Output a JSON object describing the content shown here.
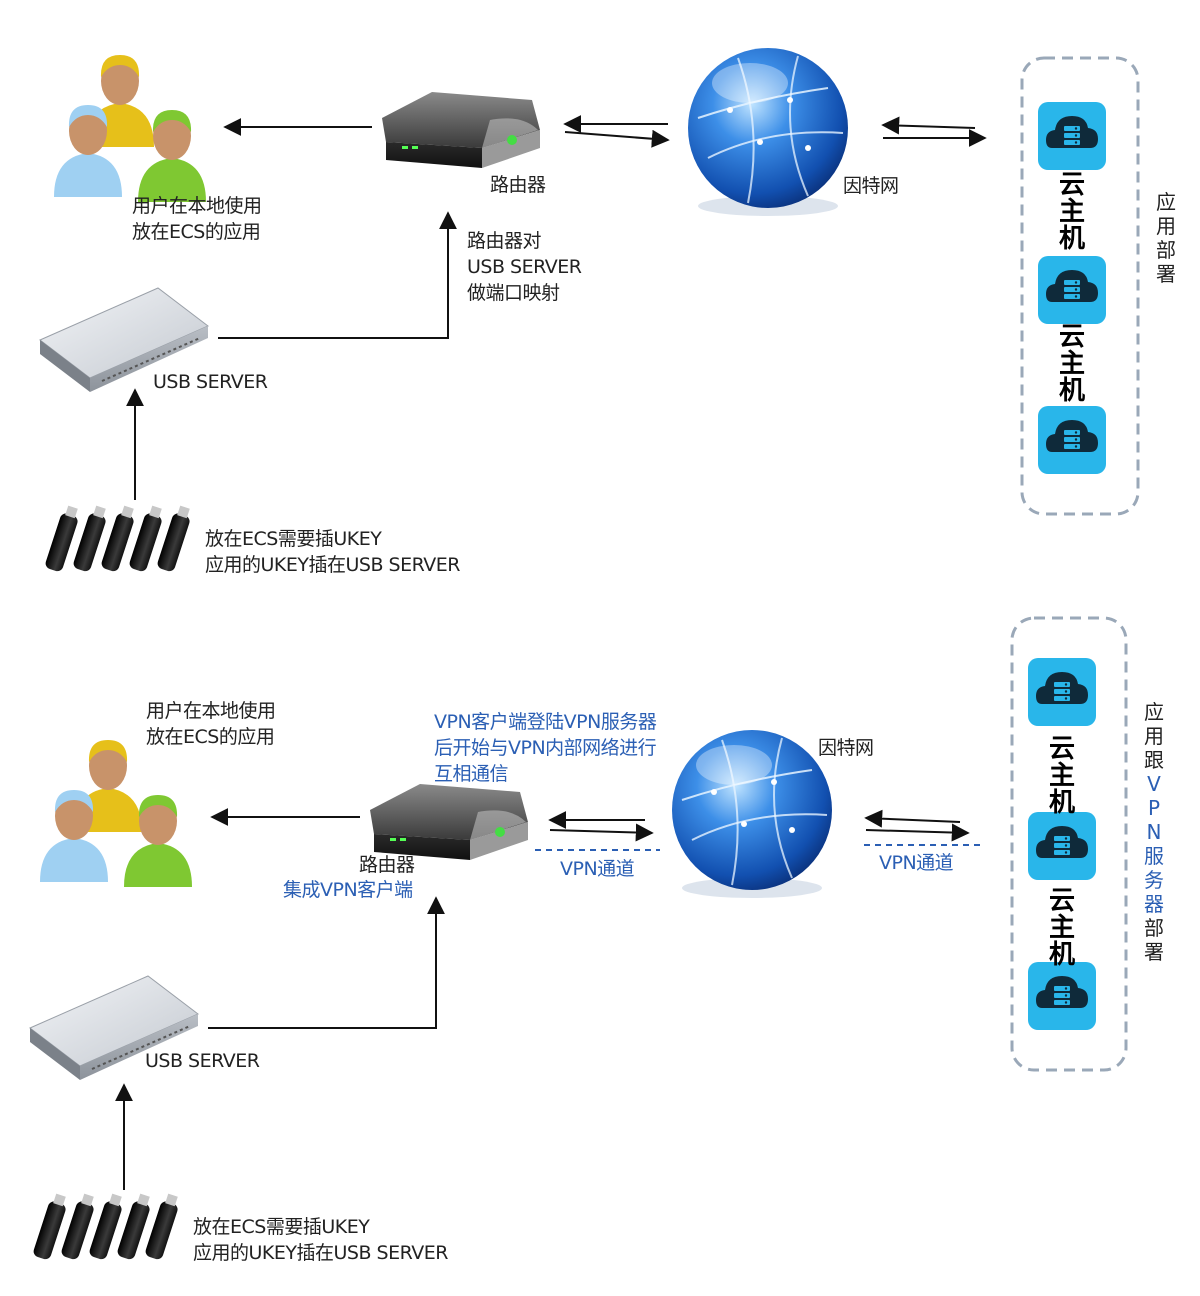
{
  "top": {
    "router_label": "路由器",
    "internet_label": "因特网",
    "users_caption_line1": "用户在本地使用",
    "users_caption_line2": "放在ECS的应用",
    "mapping_line1": "路由器对",
    "mapping_line2": "USB SERVER",
    "mapping_line3": "做端口映射",
    "usb_server_label": "USB SERVER",
    "ukey_line1": "放在ECS需要插UKEY",
    "ukey_line2": "应用的UKEY插在USB SERVER",
    "host_label_1": "云主机",
    "host_label_2": "云主机",
    "deploy_label": "应用部署"
  },
  "bottom": {
    "users_caption_line1": "用户在本地使用",
    "users_caption_line2": "放在ECS的应用",
    "vpn_note_line1": "VPN客户端登陆VPN服务器",
    "vpn_note_line2": "后开始与VPN内部网络进行",
    "vpn_note_line3": "互相通信",
    "internet_label": "因特网",
    "router_label": "路由器",
    "router_sub_label": "集成VPN客户端",
    "vpn_tunnel_left": "VPN通道",
    "vpn_tunnel_right": "VPN通道",
    "usb_server_label": "USB SERVER",
    "ukey_line1": "放在ECS需要插UKEY",
    "ukey_line2": "应用的UKEY插在USB SERVER",
    "host_label_1": "云主机",
    "host_label_2": "云主机",
    "deploy_prefix": "应用跟",
    "deploy_vpn": "VPN服务器",
    "deploy_suffix": "部署"
  },
  "colors": {
    "vpn_text": "#2b5fb4",
    "cloud_tile": "#29b6ea",
    "dashed_border": "#9aa8b8",
    "globe": "#1f6fd1"
  },
  "icons": [
    "users-group-icon",
    "router-icon",
    "globe-icon",
    "cloud-server-icon",
    "usb-server-icon",
    "usb-key-icon"
  ]
}
